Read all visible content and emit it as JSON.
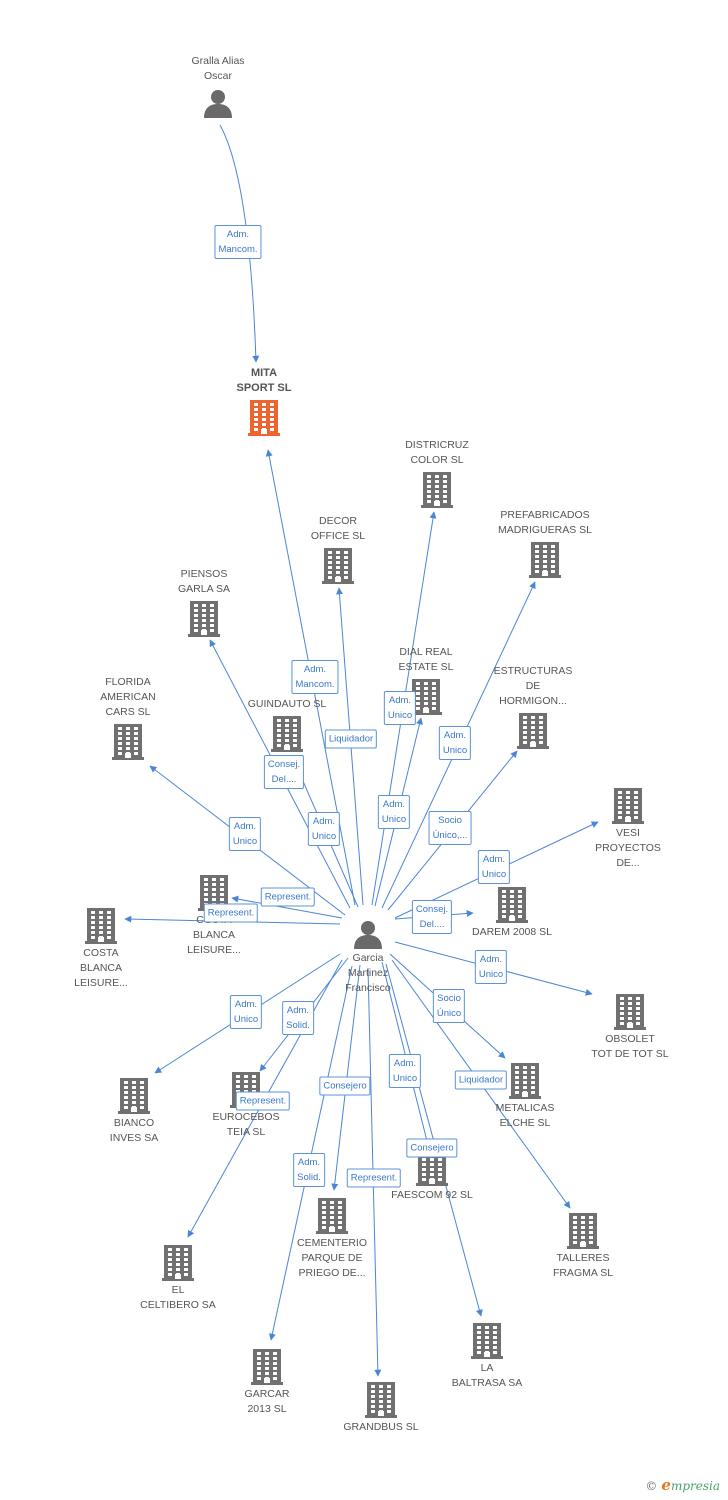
{
  "colors": {
    "building": "#707070",
    "focus_building": "#f0622e",
    "person": "#6a6a6a",
    "edge": "#4a86d6"
  },
  "nodes": [
    {
      "id": "gralla",
      "type": "person",
      "label": "Gralla Alias\nOscar"
    },
    {
      "id": "mita",
      "type": "company",
      "focus": true,
      "label": "MITA\nSPORT SL"
    },
    {
      "id": "garcia",
      "type": "person",
      "label": "Garcia\nMartinez\nFrancisco"
    },
    {
      "id": "districruz",
      "type": "company",
      "label": "DISTRICRUZ\nCOLOR SL"
    },
    {
      "id": "prefab",
      "type": "company",
      "label": "PREFABRICADOS\nMADRIGUERAS SL"
    },
    {
      "id": "decor",
      "type": "company",
      "label": "DECOR\nOFFICE SL"
    },
    {
      "id": "piensos",
      "type": "company",
      "label": "PIENSOS\nGARLA SA"
    },
    {
      "id": "dialreal",
      "type": "company",
      "label": "DIAL REAL\nESTATE SL"
    },
    {
      "id": "estructuras",
      "type": "company",
      "label": "ESTRUCTURAS\nDE\nHORMIGON..."
    },
    {
      "id": "florida",
      "type": "company",
      "label": "FLORIDA\nAMERICAN\nCARS SL"
    },
    {
      "id": "guindauto",
      "type": "company",
      "label": "GUINDAUTO SL"
    },
    {
      "id": "vesi",
      "type": "company",
      "label": "VESI\nPROYECTOS\nDE..."
    },
    {
      "id": "costa1",
      "type": "company",
      "label": "COSTA\nBLANCA\nLEISURE..."
    },
    {
      "id": "costa2",
      "type": "company",
      "label": "COSTA\nBLANCA\nLEISURE..."
    },
    {
      "id": "darem",
      "type": "company",
      "label": "DAREM 2008 SL"
    },
    {
      "id": "obsolet",
      "type": "company",
      "label": "OBSOLET\nTOT DE TOT SL"
    },
    {
      "id": "bianco",
      "type": "company",
      "label": "BIANCO\nINVES SA"
    },
    {
      "id": "eurocebos",
      "type": "company",
      "label": "EUROCEBOS\nTEIA SL"
    },
    {
      "id": "metalicas",
      "type": "company",
      "label": "METALICAS\nELCHE SL"
    },
    {
      "id": "faescom",
      "type": "company",
      "label": "FAESCOM 92 SL"
    },
    {
      "id": "cementerio",
      "type": "company",
      "label": "CEMENTERIO\nPARQUE DE\nPRIEGO DE..."
    },
    {
      "id": "talleres",
      "type": "company",
      "label": "TALLERES\nFRAGMA SL"
    },
    {
      "id": "celtibero",
      "type": "company",
      "label": "EL\nCELTIBERO SA"
    },
    {
      "id": "garcar",
      "type": "company",
      "label": "GARCAR\n2013  SL"
    },
    {
      "id": "baltrasa",
      "type": "company",
      "label": "LA\nBALTRASA SA"
    },
    {
      "id": "grandbus",
      "type": "company",
      "label": "GRANDBUS SL"
    }
  ],
  "edges": [
    {
      "from": "gralla",
      "to": "mita",
      "label": "Adm.\nMancom."
    },
    {
      "from": "garcia",
      "to": "mita",
      "label": "Adm.\nMancom."
    },
    {
      "from": "garcia",
      "to": "districruz",
      "label": "Adm.\nUnico"
    },
    {
      "from": "garcia",
      "to": "prefab",
      "label": "Adm.\nUnico"
    },
    {
      "from": "garcia",
      "to": "decor",
      "label": "Liquidador"
    },
    {
      "from": "garcia",
      "to": "piensos",
      "label": "Consej.\nDel...."
    },
    {
      "from": "garcia",
      "to": "dialreal",
      "label": "Adm.\nUnico"
    },
    {
      "from": "garcia",
      "to": "estructuras",
      "label": "Socio\nÚnico,..."
    },
    {
      "from": "garcia",
      "to": "florida",
      "label": "Adm.\nUnico"
    },
    {
      "from": "garcia",
      "to": "guindauto",
      "label": "Adm.\nUnico"
    },
    {
      "from": "garcia",
      "to": "vesi",
      "label": "Adm.\nUnico"
    },
    {
      "from": "garcia",
      "to": "costa2",
      "label": "Represent."
    },
    {
      "from": "garcia",
      "to": "costa1",
      "label": "Represent."
    },
    {
      "from": "garcia",
      "to": "darem",
      "label": "Consej.\nDel...."
    },
    {
      "from": "garcia",
      "to": "obsolet",
      "label": "Adm.\nUnico"
    },
    {
      "from": "garcia",
      "to": "bianco",
      "label": "Adm.\nUnico"
    },
    {
      "from": "garcia",
      "to": "eurocebos",
      "label": "Adm.\nSolid."
    },
    {
      "from": "garcia",
      "to": "metalicas",
      "label": "Socio\nÚnico"
    },
    {
      "from": "garcia",
      "to": "talleres",
      "label": "Liquidador"
    },
    {
      "from": "garcia",
      "to": "faescom",
      "label": "Adm.\nUnico"
    },
    {
      "from": "garcia",
      "to": "cementerio",
      "label": "Consejero"
    },
    {
      "from": "garcia",
      "to": "celtibero",
      "label": "Represent."
    },
    {
      "from": "garcia",
      "to": "garcar",
      "label": "Adm.\nSolid."
    },
    {
      "from": "garcia",
      "to": "grandbus",
      "label": "Represent."
    },
    {
      "from": "garcia",
      "to": "baltrasa",
      "label": "Consejero"
    }
  ],
  "footer": {
    "copyright": "©",
    "brand_initial": "e",
    "brand_rest": "mpresia"
  }
}
